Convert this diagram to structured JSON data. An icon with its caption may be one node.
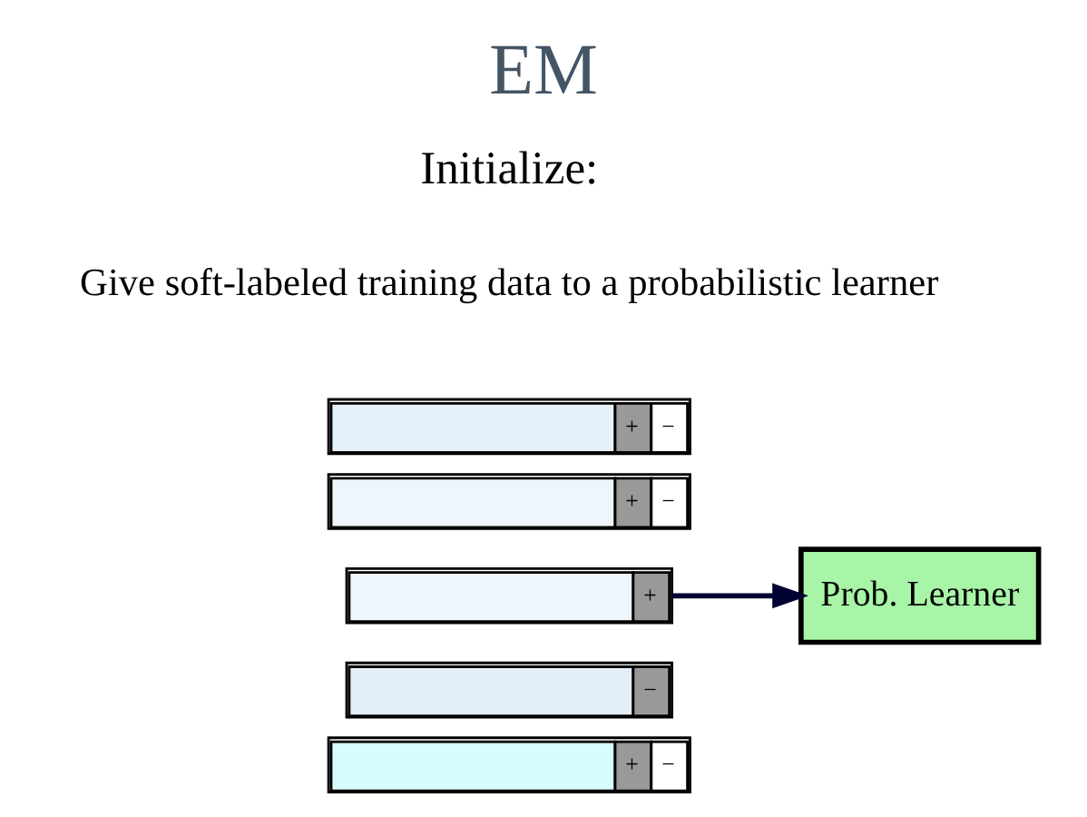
{
  "diagram": {
    "title": "EM",
    "nodes": [
      {
        "text": [
          "+",
          "−"
        ]
      },
      {
        "text": [
          "+",
          "−"
        ]
      },
      {
        "text": [
          "+"
        ]
      },
      {
        "text": [
          "−"
        ]
      },
      {
        "text": [
          "+",
          "−"
        ]
      },
      {
        "text": [
          "Prob. Learner"
        ]
      }
    ],
    "edges": [
      {
        "from": 2,
        "to": 5,
        "arrow": "to"
      }
    ],
    "labels": [
      "Initialize:",
      "Give soft-labeled training data to a probabilistic learner"
    ]
  }
}
